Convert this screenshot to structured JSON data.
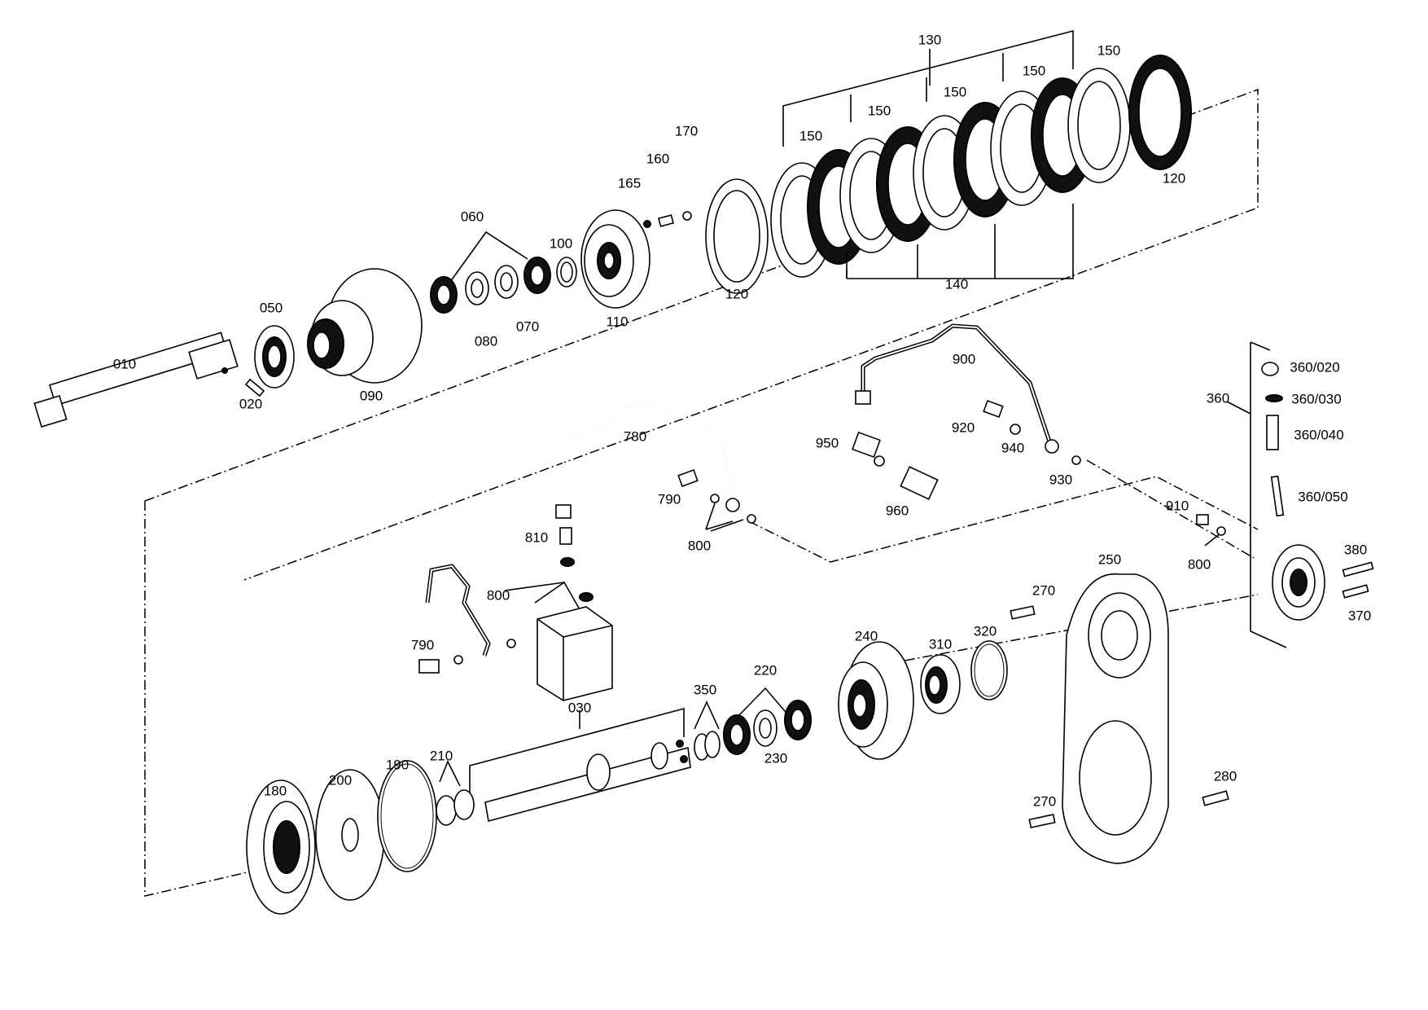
{
  "labels": {
    "l010": "010",
    "l020": "020",
    "l050": "050",
    "l060": "060",
    "l070": "070",
    "l080": "080",
    "l090": "090",
    "l100": "100",
    "l110": "110",
    "l120a": "120",
    "l120b": "120",
    "l130": "130",
    "l140": "140",
    "l150a": "150",
    "l150b": "150",
    "l150c": "150",
    "l150d": "150",
    "l150e": "150",
    "l160": "160",
    "l165": "165",
    "l170": "170",
    "l180": "180",
    "l190": "190",
    "l200": "200",
    "l210": "210",
    "l220": "220",
    "l230": "230",
    "l240": "240",
    "l250": "250",
    "l270a": "270",
    "l270b": "270",
    "l280": "280",
    "l310": "310",
    "l320": "320",
    "l350": "350",
    "l360": "360",
    "l360_020": "360/020",
    "l360_030": "360/030",
    "l360_040": "360/040",
    "l360_050": "360/050",
    "l370": "370",
    "l380": "380",
    "l780": "780",
    "l790a": "790",
    "l790b": "790",
    "l800a": "800",
    "l800b": "800",
    "l800c": "800",
    "l810": "810",
    "l900": "900",
    "l910": "910",
    "l920": "920",
    "l930": "930",
    "l940": "940",
    "l950": "950",
    "l960": "960",
    "l030": "030"
  }
}
